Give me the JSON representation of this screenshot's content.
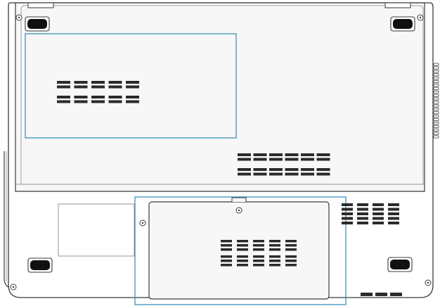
{
  "diagram": {
    "subject": "laptop-underside",
    "colors": {
      "outline": "#3a3a3a",
      "light_line": "#8a8a8a",
      "panel_fill": "#f7f7f7",
      "foot_fill": "#111111",
      "vent_fill": "#2b2b2b",
      "highlight": "#2a8ab8"
    },
    "components": [
      {
        "name": "memory-compartment-highlight",
        "highlighted": true
      },
      {
        "name": "hard-drive-compartment-highlight",
        "highlighted": true
      },
      {
        "name": "rubber-feet",
        "count": 4
      },
      {
        "name": "side-ports",
        "count": 22
      }
    ],
    "vent_grids": [
      {
        "name": "vent-grid-memory",
        "rows": 4,
        "cols": 5
      },
      {
        "name": "vent-grid-battery",
        "rows": 4,
        "cols": 6
      },
      {
        "name": "vent-grid-hdd-cover",
        "rows": 6,
        "cols": 5
      },
      {
        "name": "vent-grid-right",
        "rows": 5,
        "cols": 4
      },
      {
        "name": "vent-grid-bottom-right",
        "rows": 1,
        "cols": 3
      }
    ]
  }
}
